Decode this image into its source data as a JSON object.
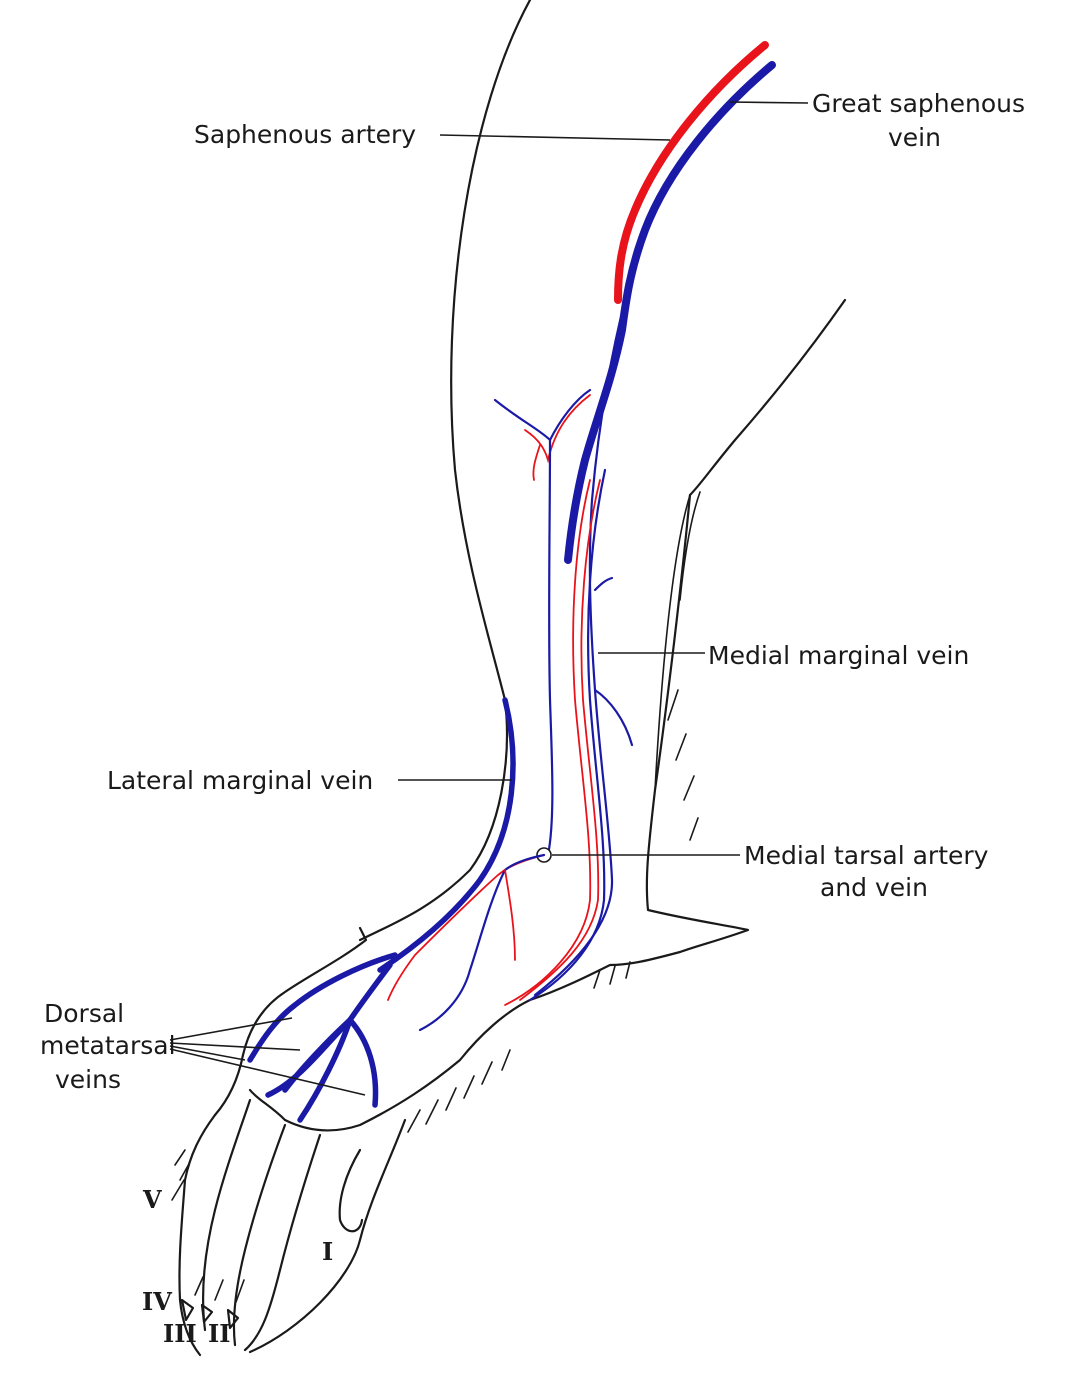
{
  "colors": {
    "artery": "#e8131b",
    "vein": "#1a1aa6"
  },
  "labels": {
    "saphenous_artery": "Saphenous artery",
    "great_saphenous_line1": "Great saphenous",
    "great_saphenous_line2": "vein",
    "medial_marginal": "Medial marginal vein",
    "lateral_marginal": "Lateral marginal vein",
    "medial_tarsal_line1": "Medial tarsal artery",
    "medial_tarsal_line2": "and vein",
    "dorsal_line1": "Dorsal",
    "dorsal_line2": "metatarsal",
    "dorsal_line3": "veins"
  },
  "digits": {
    "v": "V",
    "iv": "IV",
    "iii": "III",
    "ii": "II",
    "i": "I"
  }
}
